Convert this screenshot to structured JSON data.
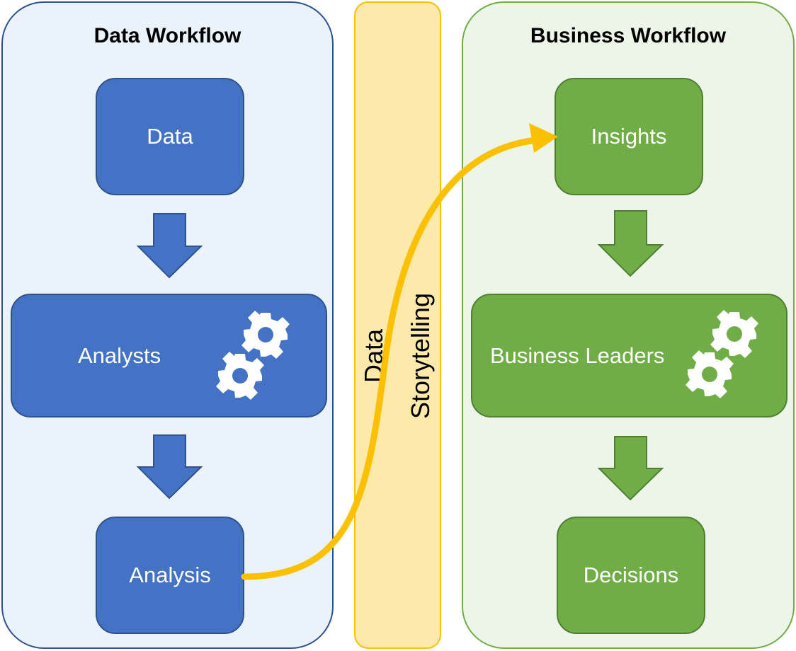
{
  "left_panel": {
    "title": "Data Workflow"
  },
  "right_panel": {
    "title": "Business Workflow"
  },
  "middle_band": {
    "line1": "Data",
    "line2": "Storytelling"
  },
  "left_nodes": {
    "top": "Data",
    "middle": "Analysts",
    "bottom": "Analysis"
  },
  "right_nodes": {
    "top": "Insights",
    "middle": "Business Leaders",
    "bottom": "Decisions"
  },
  "colors": {
    "blue_fill": "#4472c4",
    "blue_border": "#2f528f",
    "green_fill": "#70ad47",
    "green_border": "#507e32",
    "arrow_yellow": "#fbc000"
  },
  "icons": [
    "gear-icon",
    "down-arrow-icon",
    "curved-arrow-icon"
  ]
}
